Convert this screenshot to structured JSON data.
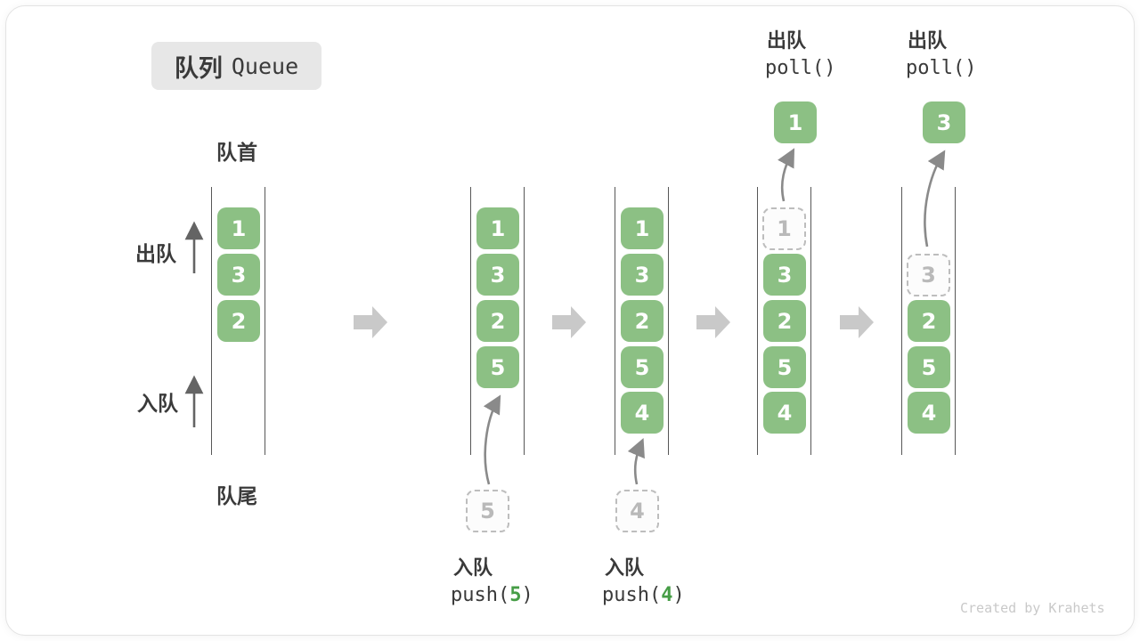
{
  "title": {
    "zh": "队列",
    "en": "Queue"
  },
  "labels": {
    "front": "队首",
    "rear": "队尾",
    "dequeue_side": "出队",
    "enqueue_side": "入队"
  },
  "ops": {
    "push5": {
      "zh": "入队",
      "code_pre": "push(",
      "arg": "5",
      "code_post": ")"
    },
    "push4": {
      "zh": "入队",
      "code_pre": "push(",
      "arg": "4",
      "code_post": ")"
    },
    "poll1": {
      "zh": "出队",
      "code": "poll()"
    },
    "poll2": {
      "zh": "出队",
      "code": "poll()"
    }
  },
  "states": [
    {
      "cells": [
        "1",
        "3",
        "2"
      ]
    },
    {
      "cells": [
        "1",
        "3",
        "2",
        "5"
      ],
      "incoming": "5"
    },
    {
      "cells": [
        "1",
        "3",
        "2",
        "5",
        "4"
      ],
      "incoming": "4"
    },
    {
      "cells": [
        "3",
        "2",
        "5",
        "4"
      ],
      "removed": "1",
      "out": "1"
    },
    {
      "cells": [
        "2",
        "5",
        "4"
      ],
      "removed": "3",
      "out": "3"
    }
  ],
  "colors": {
    "box_green": "#8cc084",
    "accent_green": "#469d46",
    "flow_arrow_gray": "#c9c9c9",
    "line_gray": "#575757",
    "dashed_gray": "#bdbdbd",
    "badge_bg": "#e7e7e7",
    "watermark_gray": "#c9c9c9"
  },
  "watermark": "Created by Krahets"
}
